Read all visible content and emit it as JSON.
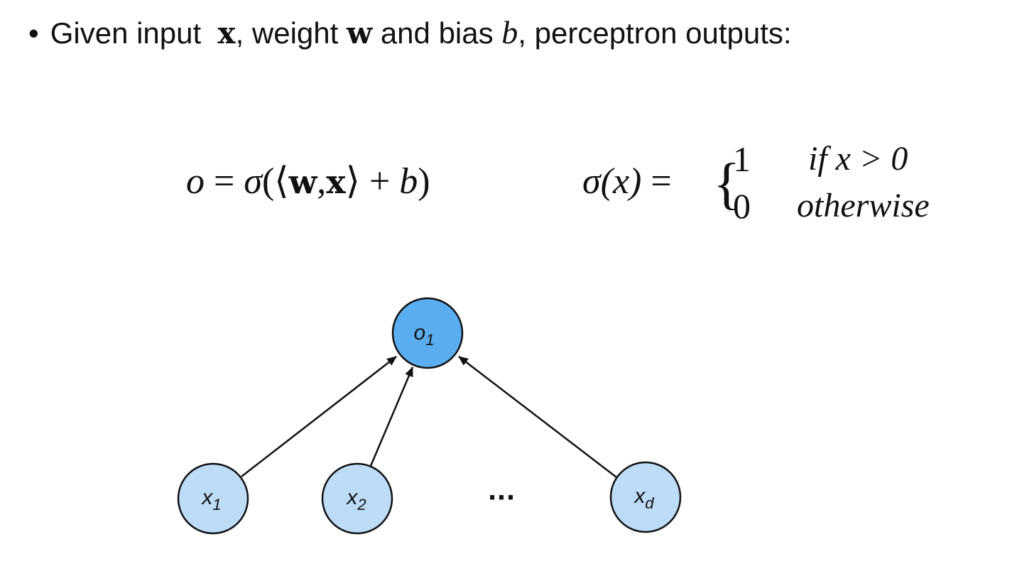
{
  "bullet": {
    "dot": "•",
    "prefix": "Given input",
    "x_symbol": "x",
    "mid1": ", weight",
    "w_symbol": "w",
    "mid2": "and bias",
    "b_symbol": "b",
    "suffix": ", perceptron outputs:"
  },
  "formula": {
    "lhs": "o",
    "eq": "=",
    "sigma": "σ",
    "open": "(⟨",
    "w": "w",
    "comma": ",",
    "x": "x",
    "close_angle": "⟩",
    "plus": "+",
    "b": "b",
    "close": ")"
  },
  "activation": {
    "sigma": "σ",
    "arg": "(x)",
    "eq": "=",
    "brace": "{",
    "case1_value": "1",
    "case1_condition": "if  x > 0",
    "case2_value": "0",
    "case2_condition": "otherwise"
  },
  "nodes": {
    "output": {
      "var": "o",
      "sub": "1"
    },
    "inputs": [
      {
        "var": "x",
        "sub": "1"
      },
      {
        "var": "x",
        "sub": "2"
      },
      {
        "var": "x",
        "sub": "d"
      }
    ],
    "ellipsis": "···"
  },
  "colors": {
    "output_fill": "#5aaef0",
    "input_fill": "#bcdcf7",
    "stroke": "#111111"
  }
}
